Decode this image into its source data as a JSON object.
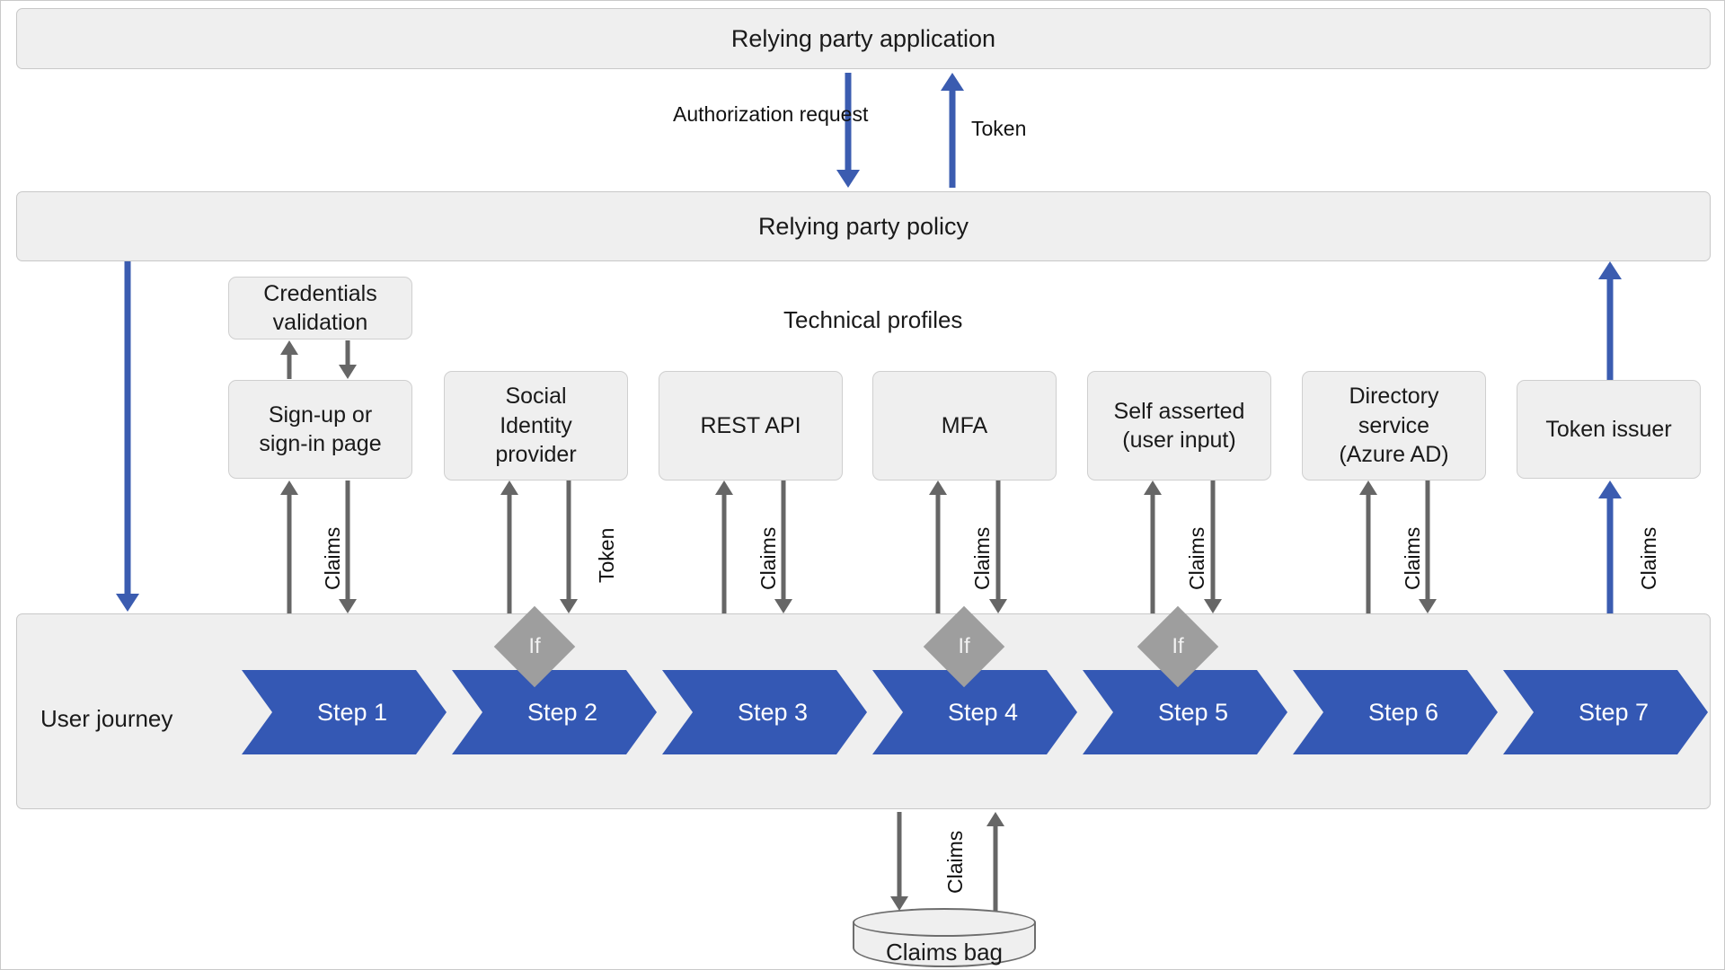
{
  "diagram": {
    "title": "Azure AD B2C custom policy user journey overview",
    "colors": {
      "blue_arrow": "#3b5cb0",
      "grey_arrow": "#666666",
      "chevron_blue": "#3458b4",
      "box_fill": "#efefef",
      "box_border": "#cfcfcf",
      "diamond_grey": "#9e9e9e"
    }
  },
  "bands": {
    "relying_party_application": "Relying party application",
    "relying_party_policy": "Relying party policy"
  },
  "top_flows": [
    {
      "label": "Authorization request",
      "direction": "down",
      "color": "blue"
    },
    {
      "label": "Token",
      "direction": "up",
      "color": "blue"
    }
  ],
  "technical_profiles": {
    "section_title": "Technical profiles",
    "boxes": [
      {
        "label": "Credentials validation",
        "lines": [
          "Credentials",
          "validation"
        ]
      },
      {
        "label": "Sign-up or sign-in page",
        "lines": [
          "Sign-up or",
          "sign-in page"
        ]
      },
      {
        "label": "Social Identity provider",
        "lines": [
          "Social",
          "Identity",
          "provider"
        ]
      },
      {
        "label": "REST API",
        "lines": [
          "REST API"
        ]
      },
      {
        "label": "MFA",
        "lines": [
          "MFA"
        ]
      },
      {
        "label": "Self asserted (user input)",
        "lines": [
          "Self asserted",
          "(user input)"
        ]
      },
      {
        "label": "Directory service (Azure AD)",
        "lines": [
          "Directory",
          "service",
          "(Azure AD)"
        ]
      },
      {
        "label": "Token issuer",
        "lines": [
          "Token issuer"
        ]
      }
    ]
  },
  "profile_flow_labels": [
    {
      "for": "sign-up-or-sign-in-page",
      "label": "Claims",
      "color": "grey"
    },
    {
      "for": "social-identity-provider",
      "label": "Token",
      "color": "grey"
    },
    {
      "for": "rest-api",
      "label": "Claims",
      "color": "grey"
    },
    {
      "for": "mfa",
      "label": "Claims",
      "color": "grey"
    },
    {
      "for": "self-asserted",
      "label": "Claims",
      "color": "grey"
    },
    {
      "for": "directory-service",
      "label": "Claims",
      "color": "grey"
    },
    {
      "for": "token-issuer",
      "label": "Claims",
      "color": "blue"
    }
  ],
  "user_journey": {
    "label": "User journey",
    "steps": [
      {
        "label": "Step 1"
      },
      {
        "label": "Step 2"
      },
      {
        "label": "Step 3"
      },
      {
        "label": "Step 4"
      },
      {
        "label": "Step 5"
      },
      {
        "label": "Step 6"
      },
      {
        "label": "Step 7"
      }
    ],
    "conditions": [
      {
        "label": "If",
        "above_step": "Step 2"
      },
      {
        "label": "If",
        "above_step": "Step 4"
      },
      {
        "label": "If",
        "above_step": "Step 5"
      }
    ]
  },
  "claims_bag": {
    "label": "Claims bag",
    "flow_label": "Claims"
  }
}
